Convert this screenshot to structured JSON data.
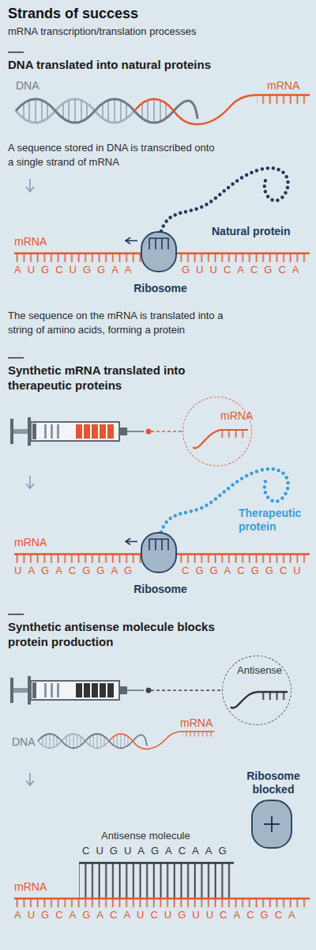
{
  "diagram": {
    "title": "Strands of success",
    "nodes": [
      {
        "text": [
          "Ribosome"
        ]
      },
      {
        "text": [
          "mRNA"
        ]
      },
      {
        "text": [
          "Ribosome"
        ]
      },
      {
        "text": [
          "Antisense"
        ]
      },
      {
        "text": [
          "Ribosome blocked"
        ]
      }
    ],
    "labels": [
      "mRNA transcription/translation processes",
      "DNA translated into natural proteins",
      "DNA",
      "mRNA",
      "A sequence stored in DNA is transcribed onto a single strand of mRNA",
      "Natural protein",
      "mRNA",
      "AUGCUGGAA",
      "GUUCACGCA",
      "The sequence on the mRNA is translated into a string of amino acids, forming a protein",
      "Synthetic mRNA translated into therapeutic proteins",
      "Therapeutic protein",
      "mRNA",
      "UAGACGGAG",
      "CGGACGGCU",
      "Synthetic antisense molecule blocks protein production",
      "mRNA",
      "DNA",
      "Antisense molecule",
      "CUGUAGACAAG",
      "mRNA",
      "AUGCAGACAUCUGUUCACGCA"
    ]
  }
}
